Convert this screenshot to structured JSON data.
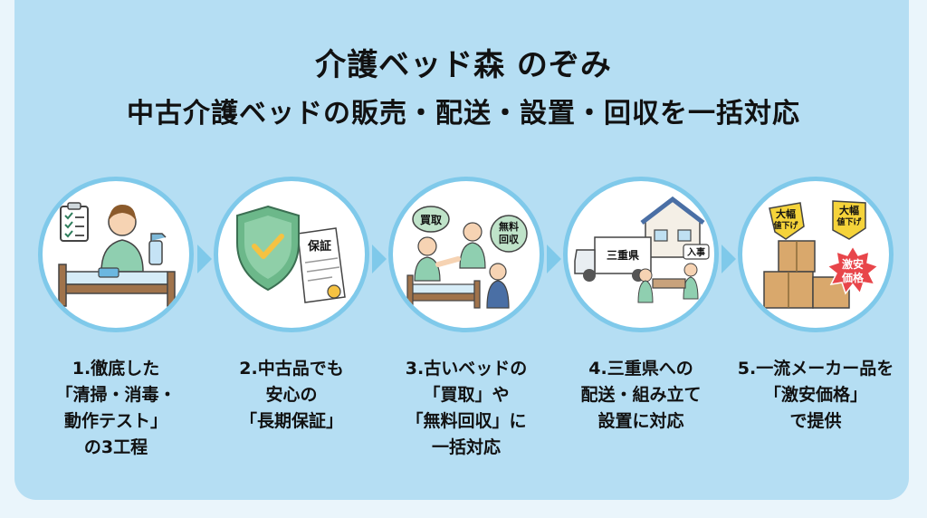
{
  "header": {
    "title": "介護ベッド森 のぞみ",
    "subtitle": "中古介護ベッドの販売・配送・設置・回収を一括対応"
  },
  "steps": [
    {
      "lines": [
        "1.徹底した",
        "「清掃・消毒・",
        "動作テスト」",
        "の3工程"
      ],
      "icon": "cleaning-bed-icon"
    },
    {
      "lines": [
        "2.中古品でも",
        "安心の",
        "「長期保証」"
      ],
      "icon": "shield-certificate-icon",
      "badge": "保証"
    },
    {
      "lines": [
        "3.古いベッドの",
        "「買取」や",
        "「無料回収」に",
        "一括対応"
      ],
      "icon": "buyback-handshake-icon",
      "bubble_left": "買取",
      "bubble_right": [
        "無料",
        "回収"
      ]
    },
    {
      "lines": [
        "4.三重県への",
        "配送・組み立て",
        "設置に対応"
      ],
      "icon": "delivery-truck-icon",
      "truck_label": "三重県",
      "sign": "入事"
    },
    {
      "lines": [
        "5.一流メーカー品を",
        "「激安価格」",
        "で提供"
      ],
      "icon": "discount-boxes-icon",
      "tag1": [
        "大幅",
        "値下げ"
      ],
      "tag2": [
        "大幅",
        "値下げ"
      ],
      "burst": [
        "激安",
        "価格"
      ]
    }
  ],
  "colors": {
    "background": "#b5def3",
    "circle_border": "#7fc9ea",
    "scrub_green": "#8fcfb0",
    "bed_brown": "#a0734b",
    "shield_green": "#6cb88a",
    "burst_red": "#e8454a",
    "tag_yellow": "#f5d33a"
  }
}
